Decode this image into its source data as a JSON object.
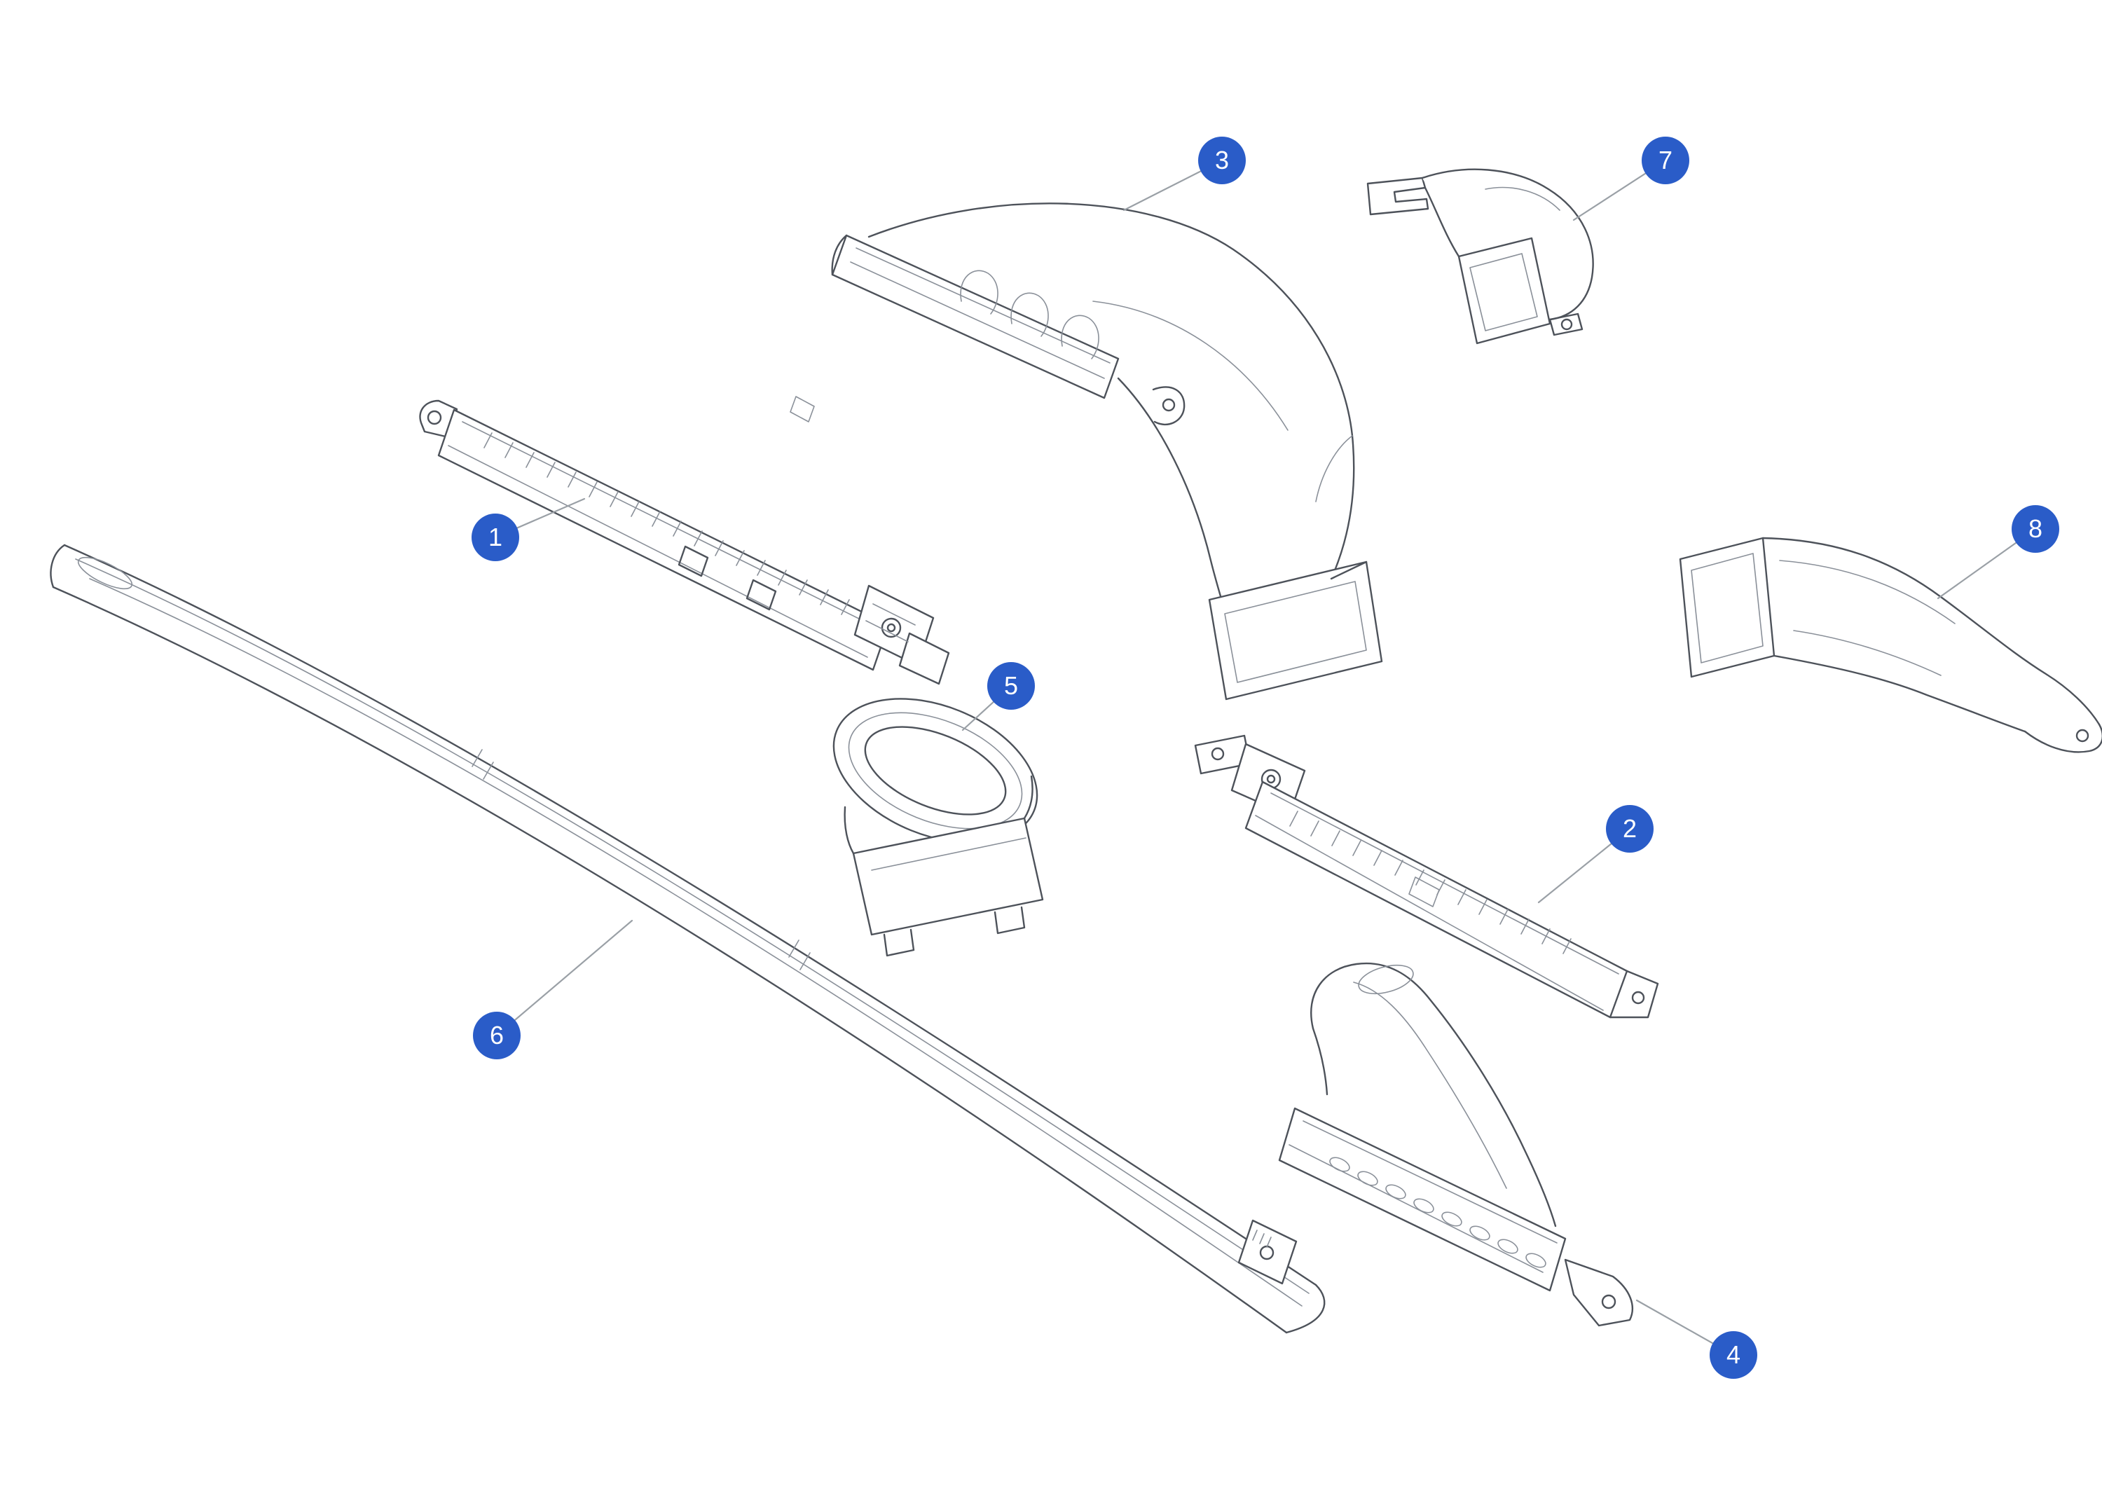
{
  "diagram": {
    "background_color": "#ffffff",
    "accent_color": "#2a5cc8",
    "drawing_line_color": "#4d525a",
    "callouts": [
      {
        "label": "1"
      },
      {
        "label": "2"
      },
      {
        "label": "3"
      },
      {
        "label": "4"
      },
      {
        "label": "5"
      },
      {
        "label": "6"
      },
      {
        "label": "7"
      },
      {
        "label": "8"
      }
    ]
  }
}
